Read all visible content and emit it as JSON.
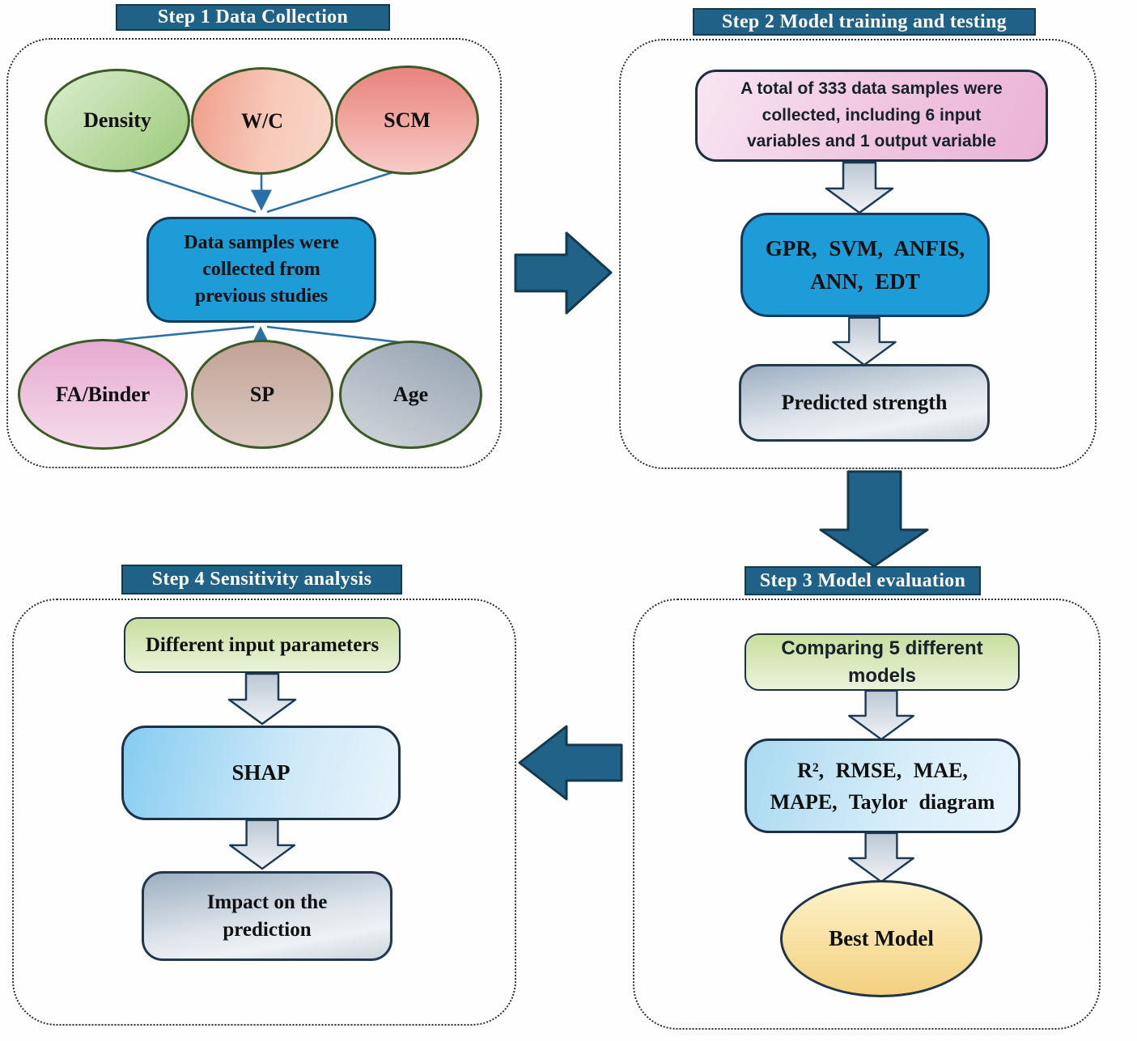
{
  "figure": {
    "type": "methodology-flowchart"
  },
  "colors": {
    "title_bar": "#1f6187",
    "flow_arrow": "#216289",
    "bright_blue_box": "#1d9cd8",
    "pink_box": "#eab3d6",
    "green_box": "#c9de9f",
    "gray_box": "#ccd4dd",
    "light_blue_box": "#a9d9f0",
    "best_model_ellipse": "#f3d07f",
    "connector_line": "#2a6fa5",
    "dotted_border": "#2b2b2b"
  },
  "step1": {
    "title": "Step 1 Data Collection",
    "ellipses": {
      "density": "Density",
      "wc": "W/C",
      "scm": "SCM",
      "fa_binder": "FA/Binder",
      "sp": "SP",
      "age": "Age"
    },
    "center_box_lines": [
      "Data samples were",
      "collected from",
      "previous studies"
    ]
  },
  "step2": {
    "title": "Step 2 Model training and testing",
    "samples_box_lines": [
      "A total of 333 data samples were",
      "collected, including 6 input",
      "variables and 1 output variable"
    ],
    "models_box_lines": [
      "GPR, SVM, ANFIS,",
      "ANN, EDT"
    ],
    "predicted_box": "Predicted strength"
  },
  "step3": {
    "title": "Step 3 Model evaluation",
    "comparing_box_lines": [
      "Comparing 5 different",
      "models"
    ],
    "metrics_box_lines": [
      "R², RMSE, MAE,",
      "MAPE, Taylor diagram"
    ],
    "best_box": "Best Model"
  },
  "step4": {
    "title": "Step 4 Sensitivity analysis",
    "inputs_box": "Different input parameters",
    "shap_box": "SHAP",
    "impact_box_lines": [
      "Impact on the",
      "prediction"
    ]
  }
}
